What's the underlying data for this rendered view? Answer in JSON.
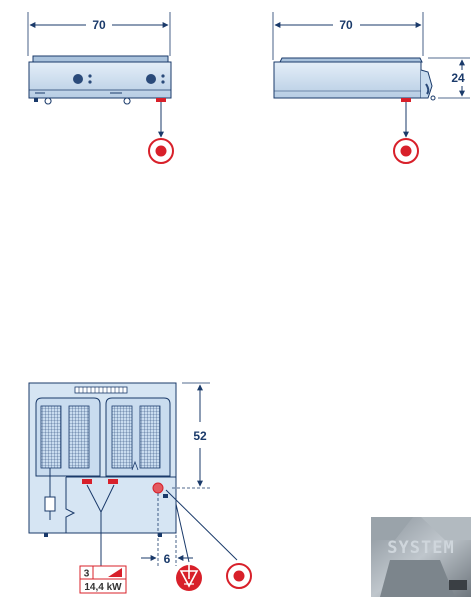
{
  "dimensions": {
    "front_width": "70",
    "side_width": "70",
    "side_height": "24",
    "top_depth": "52",
    "offset": "6"
  },
  "power_label": {
    "phase": "3",
    "power": "14,4 kW"
  },
  "logo": {
    "text": "SYSTEM"
  },
  "colors": {
    "line": "#1a3a6a",
    "steel": "#c9dcef",
    "connector": "#d8202a",
    "dark": "#2a4a7a"
  },
  "icons": [
    "electric-connection-icon",
    "drain-icon"
  ]
}
